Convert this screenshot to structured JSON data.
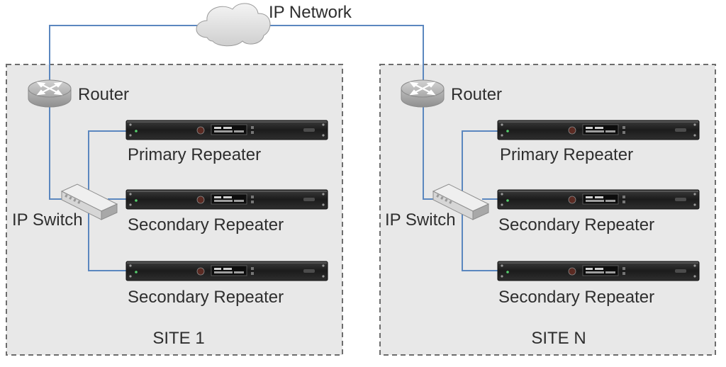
{
  "network": {
    "label": "IP Network",
    "icon": "cloud-icon"
  },
  "colors": {
    "link": "#5b87bf",
    "site_background": "#e8e8e8",
    "border": "#6d6d6d"
  },
  "sites": [
    {
      "name": "SITE 1",
      "router_label": "Router",
      "switch_label": "IP Switch",
      "repeaters": [
        "Primary Repeater",
        "Secondary Repeater",
        "Secondary Repeater"
      ]
    },
    {
      "name": "SITE N",
      "router_label": "Router",
      "switch_label": "IP Switch",
      "repeaters": [
        "Primary Repeater",
        "Secondary Repeater",
        "Secondary Repeater"
      ]
    }
  ]
}
